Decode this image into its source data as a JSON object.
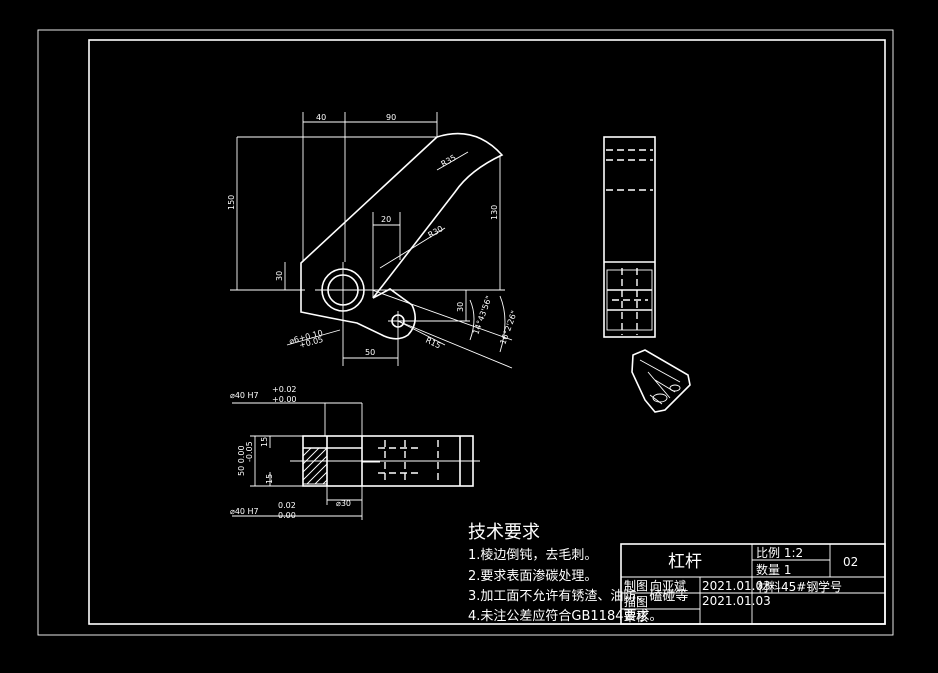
{
  "title_block": {
    "part_name": "杠杆",
    "scale_label": "比例 1:2",
    "quantity_label": "数量 1",
    "drawing_no": "02",
    "drawn_label": "制图",
    "drawn_by": "向亚斌",
    "drawn_date": "2021.01.03",
    "material": "材料45#钢",
    "school_label": "学号",
    "drawn_date_2": "2021.01.03",
    "traced_label": "描图",
    "checked_label": "审核"
  },
  "technical_requirements": {
    "title": "技术要求",
    "items": [
      "1.棱边倒钝，去毛刺。",
      "2.要求表面渗碳处理。",
      "3.加工面不允许有锈渣、油防、磕碰等",
      "4.未注公差应符合GB1184要求。"
    ]
  },
  "dimensions": {
    "front": {
      "d40": "40",
      "d90": "90",
      "d150": "150",
      "d130": "130",
      "d20": "20",
      "d30_left": "30",
      "d30_right": "30",
      "d50": "50",
      "r35": "R35",
      "r30": "R30",
      "r15": "R15",
      "hole_tol": "⌀6+0.10",
      "hole_tol_2": "+0.05",
      "angle_1": "14°43'56\"",
      "angle_2": "16°2'26\""
    },
    "section": {
      "bore_top": "⌀40 H7",
      "bore_top_tol_up": "+0.02",
      "bore_top_tol_low": "+0.00",
      "bore_bottom": "⌀40 H7",
      "bore_bottom_tol_up": "0.02",
      "bore_bottom_tol_low": "0.00",
      "d15_a": "15",
      "d15_b": "15",
      "d50_tol": "50 0.00",
      "d50_tol_2": "-0.05",
      "d30": "⌀30"
    }
  }
}
